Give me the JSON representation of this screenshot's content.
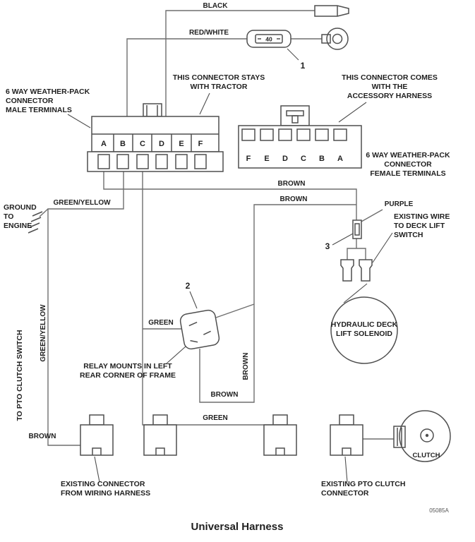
{
  "title": "Universal Harness",
  "doc_number": "05085A",
  "callouts": {
    "fuse": "1",
    "relay": "2",
    "splice": "3"
  },
  "fuse": {
    "value": "40"
  },
  "wire_labels": {
    "black": "BLACK",
    "red_white": "RED/WHITE",
    "brown_top": "BROWN",
    "brown_mid": "BROWN",
    "purple": "PURPLE",
    "green_yellow": "GREEN/YELLOW",
    "green_yellow_vertical": "GREEN/YELLOW",
    "green": "GREEN",
    "brown_vertical": "BROWN",
    "brown_bottom": "BROWN",
    "green_bottom": "GREEN",
    "brown_left": "BROWN"
  },
  "male_connector": {
    "note": [
      "THIS CONNECTOR STAYS",
      "WITH TRACTOR"
    ],
    "label": [
      "6 WAY WEATHER-PACK",
      "CONNECTOR",
      "MALE TERMINALS"
    ],
    "pins": [
      "A",
      "B",
      "C",
      "D",
      "E",
      "F"
    ]
  },
  "female_connector": {
    "note": [
      "THIS CONNECTOR COMES",
      "WITH THE",
      "ACCESSORY HARNESS"
    ],
    "label": [
      "6 WAY WEATHER-PACK",
      "CONNECTOR",
      "FEMALE TERMINALS"
    ],
    "pins": [
      "F",
      "E",
      "D",
      "C",
      "B",
      "A"
    ]
  },
  "notes": {
    "ground": [
      "GROUND",
      "TO",
      "ENGINE"
    ],
    "deck_lift": [
      "EXISTING WIRE",
      "TO DECK LIFT",
      "SWITCH"
    ],
    "relay": [
      "RELAY MOUNTS IN LEFT",
      "REAR CORNER OF FRAME"
    ],
    "solenoid": [
      "HYDRAULIC DECK",
      "LIFT SOLENOID"
    ],
    "pto_switch": "TO PTO CLUTCH SWITCH",
    "harness_connector": [
      "EXISTING CONNECTOR",
      "FROM WIRING HARNESS"
    ],
    "pto_connector": [
      "EXISTING PTO CLUTCH",
      "CONNECTOR"
    ],
    "clutch": "CLUTCH"
  }
}
